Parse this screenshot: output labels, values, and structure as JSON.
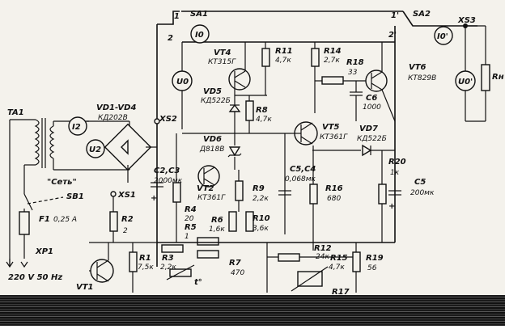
{
  "switches": {
    "sa1": "SA1",
    "sa2": "SA2",
    "n1": "1",
    "n2": "2",
    "n1p": "1'",
    "n2p": "2'"
  },
  "connectors": {
    "xs3": "XS3",
    "xs2": "XS2",
    "xs1": "XS1",
    "xp1": "XP1"
  },
  "meters": {
    "i0": "I0",
    "u0": "U0",
    "i2": "I2",
    "u2": "U2",
    "i0p": "I0'",
    "u0p": "U0'"
  },
  "transformer": {
    "ta1": "TA1"
  },
  "bridge": {
    "name": "VD1-VD4",
    "type": "КД202В"
  },
  "switch_sb1": {
    "name": "SB1",
    "tag": "\"Сеть\""
  },
  "fuse": {
    "name": "F1",
    "value": "0,25 А"
  },
  "mains": {
    "label": "220 V 50 Hz"
  },
  "parts": {
    "vt4": {
      "name": "VT4",
      "type": "КТ315Г"
    },
    "vt6": {
      "name": "VT6",
      "type": "КТ829В"
    },
    "vt5": {
      "name": "VT5",
      "type": "КТ361Г"
    },
    "vt2": {
      "name": "VT2",
      "type": "КТ361Г"
    },
    "vt1": {
      "name": "VT1"
    },
    "vd5": {
      "name": "VD5",
      "type": "КД522Б"
    },
    "vd6": {
      "name": "VD6",
      "type": "Д818В"
    },
    "vd7": {
      "name": "VD7",
      "type": "КД522Б"
    },
    "r11": {
      "name": "R11",
      "value": "4,7к"
    },
    "r14": {
      "name": "R14",
      "value": "2,7к"
    },
    "r18": {
      "name": "R18",
      "value": "33"
    },
    "c6": {
      "name": "C6",
      "value": "1000"
    },
    "r8": {
      "name": "R8",
      "value": "4,7к"
    },
    "r9": {
      "name": "R9",
      "value": "2,2к"
    },
    "r10": {
      "name": "R10",
      "value": "3,6к"
    },
    "r6": {
      "name": "R6",
      "value": "1,6к"
    },
    "r4": {
      "name": "R4",
      "value": "20"
    },
    "r5": {
      "name": "R5",
      "value": "1"
    },
    "r3": {
      "name": "R3",
      "value": "2,2к"
    },
    "r7": {
      "name": "R7",
      "value": "470"
    },
    "r1": {
      "name": "R1",
      "value": "7,5к"
    },
    "r2": {
      "name": "R2",
      "value": "2"
    },
    "c2c3": {
      "name": "C2,C3",
      "value": "2000мк"
    },
    "c4": {
      "name": "C5,C4",
      "value": "0,068мк"
    },
    "r16": {
      "name": "R16",
      "value": "680"
    },
    "r20": {
      "name": "R20",
      "value": "1к"
    },
    "c5": {
      "name": "C5",
      "value": "200мк"
    },
    "r12": {
      "name": "R12",
      "value": "24к"
    },
    "r15": {
      "name": "R15",
      "value": "4,7к"
    },
    "r19": {
      "name": "R19",
      "value": "56"
    },
    "r17": {
      "name": "R17"
    },
    "rn": {
      "name": "Rн"
    },
    "t": {
      "name": "t°"
    }
  }
}
